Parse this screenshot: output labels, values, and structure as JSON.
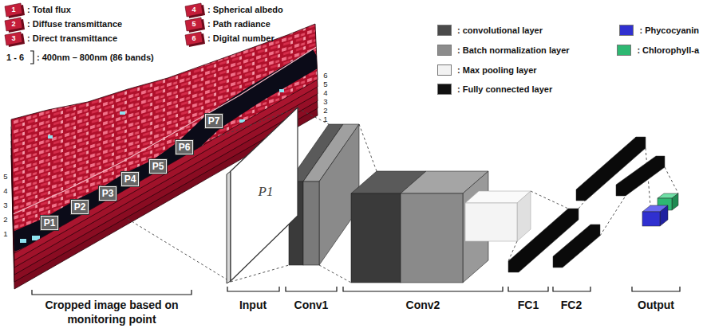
{
  "diagram": {
    "nodes": [
      {
        "text": [
          "P1"
        ]
      },
      {
        "text": [
          "P2"
        ]
      },
      {
        "text": [
          "P3"
        ]
      },
      {
        "text": [
          "P4"
        ]
      },
      {
        "text": [
          "P5"
        ]
      },
      {
        "text": [
          "P6"
        ]
      },
      {
        "text": [
          "P7"
        ]
      },
      {
        "text": [
          "P1"
        ]
      }
    ],
    "labels": [
      "1",
      "2",
      "3",
      "4",
      "5",
      "6",
      "1 - 6",
      ": 400nm – 800nm (86 bands)",
      "6",
      "5",
      "4",
      "3",
      "2",
      "1",
      "5",
      "4",
      "3",
      "2",
      "1",
      "Cropped image based on monitoring point",
      "Input",
      "Conv1",
      "Conv2",
      "FC1",
      "FC2",
      "Output"
    ],
    "legend": [
      {
        "text": ": Total flux"
      },
      {
        "text": ": Diffuse transmittance"
      },
      {
        "text": ": Direct transmittance"
      },
      {
        "text": ": Spherical albedo"
      },
      {
        "text": ": Path radiance"
      },
      {
        "text": ": Digital number"
      },
      {
        "text": ": convolutional layer",
        "color": "#4a4a4a"
      },
      {
        "text": ": Batch normalization layer",
        "color": "#8c8c8c"
      },
      {
        "text": ": Max pooling layer",
        "color": "#f2f2f2"
      },
      {
        "text": ": Fully connected layer",
        "color": "#111111"
      },
      {
        "text": ": Phycocyanin",
        "color": "#3030d0"
      },
      {
        "text": ": Chlorophyll-a",
        "color": "#2eb872"
      }
    ]
  }
}
